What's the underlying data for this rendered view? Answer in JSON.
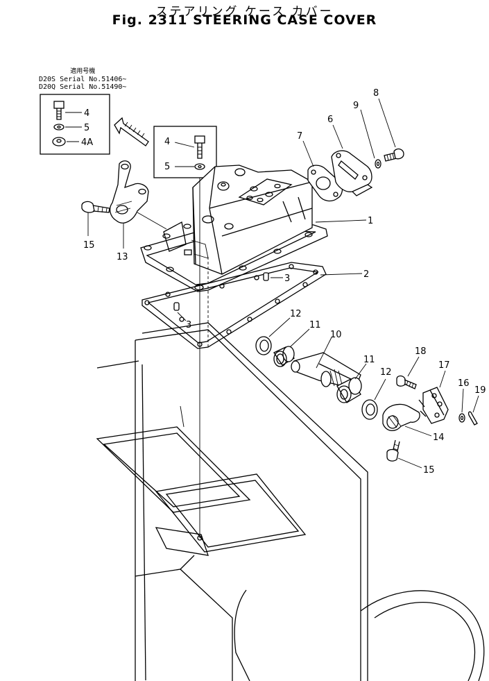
{
  "title": {
    "japanese": "ステアリング ケース カバー",
    "english": "Fig. 2311 STEERING CASE COVER"
  },
  "serial_note": {
    "header": "適用号機",
    "lines": [
      "D20S Serial No.51406~",
      "D20Q Serial No.51490~"
    ]
  },
  "inset_left": {
    "callouts": [
      "4",
      "5",
      "4A"
    ]
  },
  "inset_center": {
    "callouts": [
      "4",
      "5"
    ]
  },
  "callouts": [
    "1",
    "2",
    "3",
    "3",
    "6",
    "7",
    "8",
    "9",
    "10",
    "11",
    "11",
    "12",
    "12",
    "13",
    "14",
    "15",
    "15",
    "16",
    "17",
    "18",
    "19"
  ]
}
